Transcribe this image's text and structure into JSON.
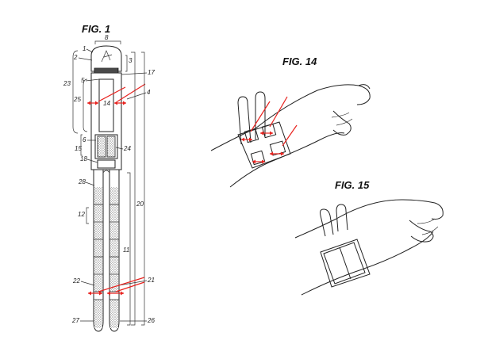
{
  "figures": {
    "fig1": {
      "title": "FIG. 1"
    },
    "fig14": {
      "title": "FIG. 14"
    },
    "fig15": {
      "title": "FIG. 15"
    }
  },
  "references": {
    "r1": "1",
    "r2": "2",
    "r3": "3",
    "r4": "4",
    "r5": "5",
    "r6": "6",
    "r8": "8",
    "r11": "11",
    "r12": "12",
    "r14": "14",
    "r15": "15",
    "r17": "17",
    "r18": "18",
    "r20": "20",
    "r21": "21",
    "r22": "22",
    "r23": "23",
    "r24": "24",
    "r25": "25",
    "r26": "26",
    "r27": "27",
    "r28": "28"
  },
  "colors": {
    "annotation": "#e8231f",
    "line": "#222222",
    "velcro": "#b8b8b8"
  }
}
